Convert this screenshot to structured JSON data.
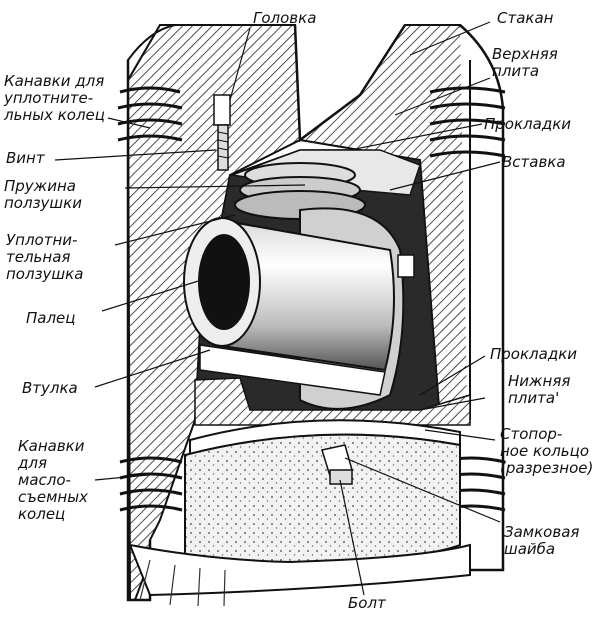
{
  "labels": {
    "golovka": "Головка",
    "stakan": "Стакан",
    "verkh_plita": "Верхняя\nплита",
    "kanavki_upl": "Канавки для\nуплотните-\nльных колец",
    "prokladki_top": "Прокладки",
    "vint": "Винт",
    "vstavka": "Вставка",
    "pruzhina": "Пружина\nползушки",
    "upl_polzushka": "Уплотни-\nтельная\nползушка",
    "palets": "Палец",
    "vtulka": "Втулка",
    "prokladki_bottom": "Прокладки",
    "nizh_plita": "Нижняя\nплита'",
    "kanavki_masl": "Канавки\nдля\nмасло-\nсъемных\nколец",
    "stopor": "Стопор-\nное кольцо\n(разрезное)",
    "zamk_shaiba": "Замковая\nшайба",
    "bolt": "Болт"
  }
}
